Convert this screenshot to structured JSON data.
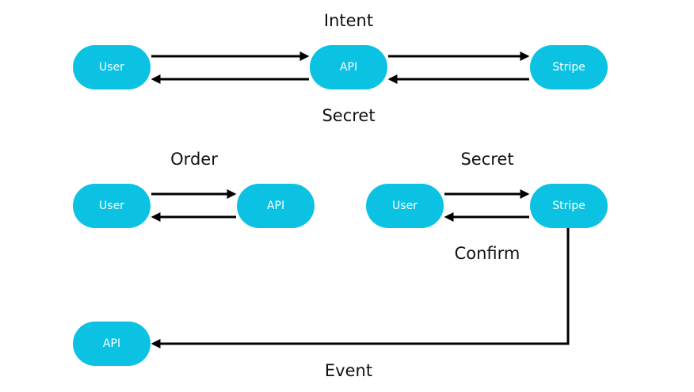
{
  "labels": {
    "intent": "Intent",
    "secret_top": "Secret",
    "order": "Order",
    "secret_mid": "Secret",
    "confirm": "Confirm",
    "event": "Event"
  },
  "nodes": {
    "user_top": "User",
    "api_top": "API",
    "stripe_top": "Stripe",
    "user_order": "User",
    "api_order": "API",
    "user_secret": "User",
    "stripe_secret": "Stripe",
    "api_bottom": "API"
  },
  "colors": {
    "node_fill": "#0bc2e3",
    "node_text": "#ffffff",
    "arrow": "#000000"
  }
}
